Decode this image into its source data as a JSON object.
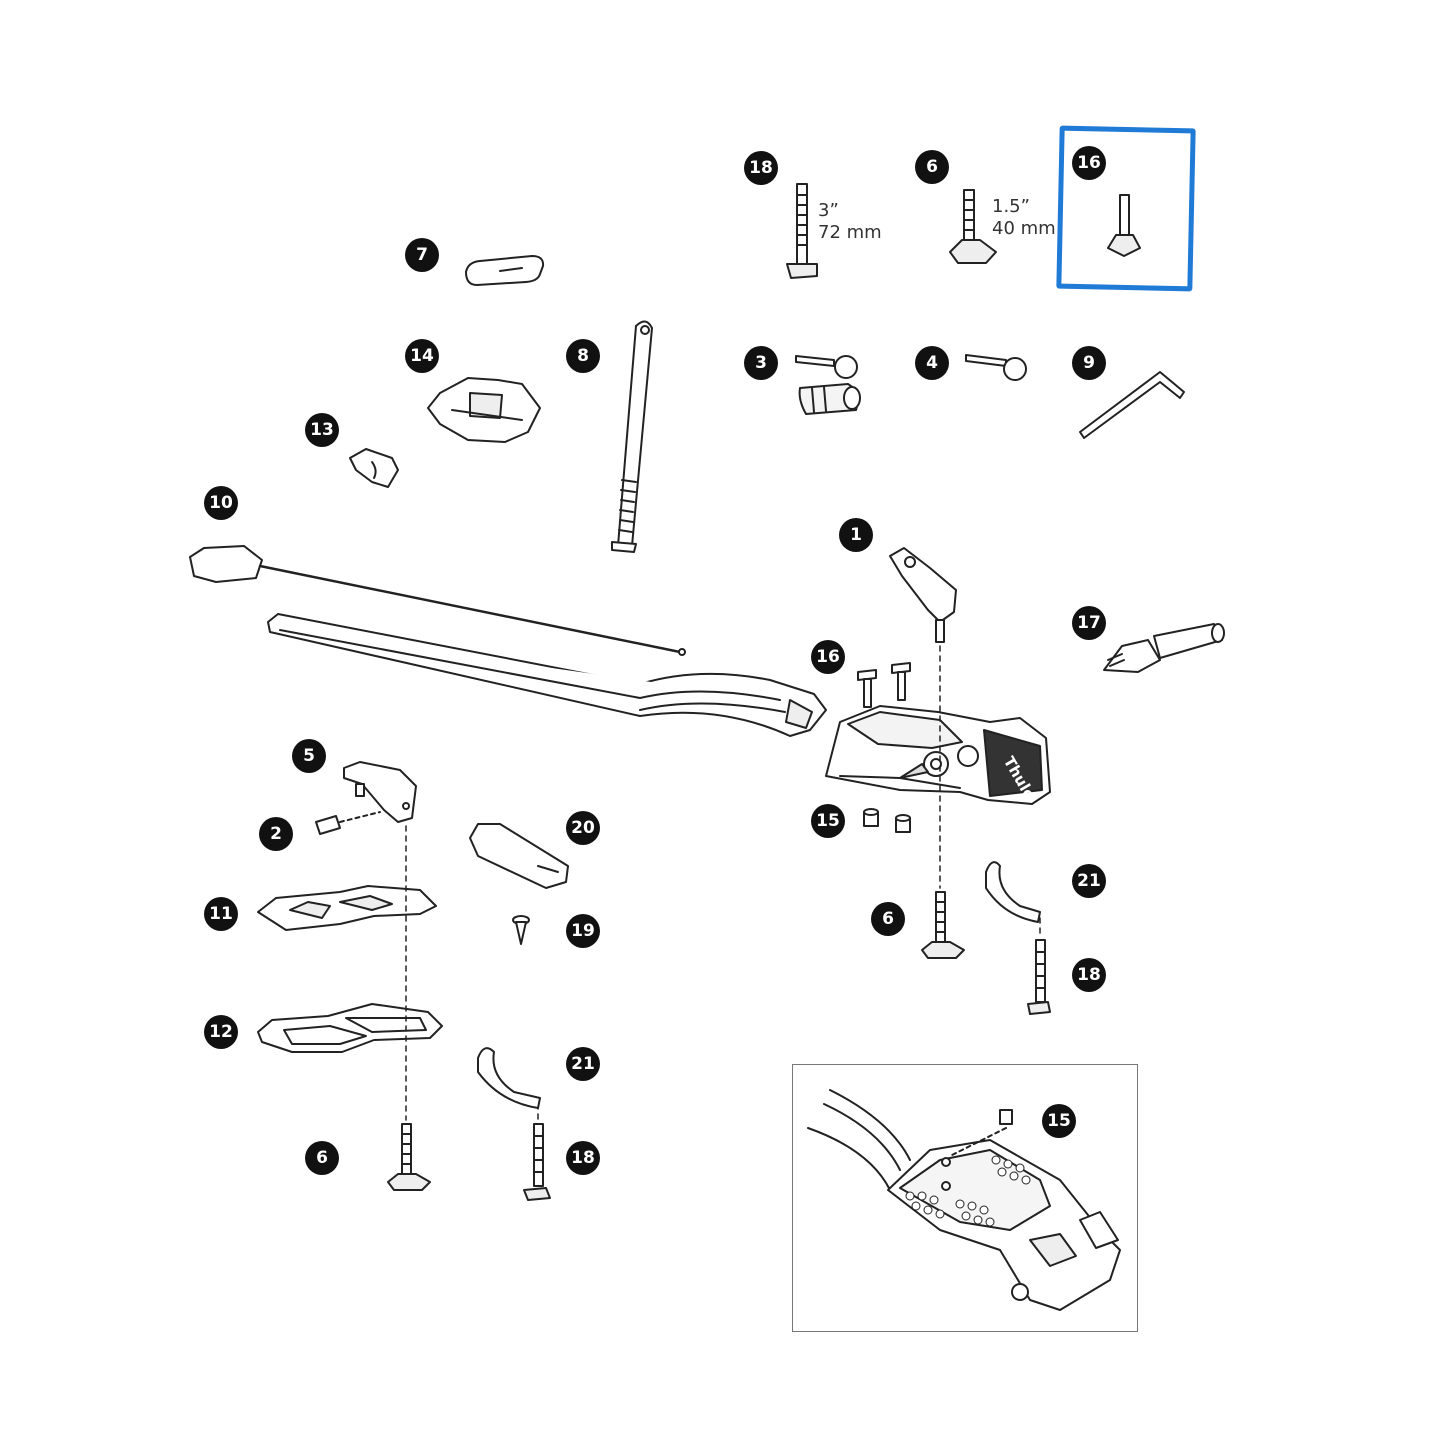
{
  "callouts": [
    {
      "id": "c18a",
      "num": "18"
    },
    {
      "id": "c6a",
      "num": "6"
    },
    {
      "id": "c16a",
      "num": "16"
    },
    {
      "id": "c7",
      "num": "7"
    },
    {
      "id": "c14",
      "num": "14"
    },
    {
      "id": "c8",
      "num": "8"
    },
    {
      "id": "c3",
      "num": "3"
    },
    {
      "id": "c4",
      "num": "4"
    },
    {
      "id": "c9",
      "num": "9"
    },
    {
      "id": "c13",
      "num": "13"
    },
    {
      "id": "c10",
      "num": "10"
    },
    {
      "id": "c1",
      "num": "1"
    },
    {
      "id": "c17",
      "num": "17"
    },
    {
      "id": "c16b",
      "num": "16"
    },
    {
      "id": "c5",
      "num": "5"
    },
    {
      "id": "c2",
      "num": "2"
    },
    {
      "id": "c20",
      "num": "20"
    },
    {
      "id": "c15a",
      "num": "15"
    },
    {
      "id": "c21a",
      "num": "21"
    },
    {
      "id": "c11",
      "num": "11"
    },
    {
      "id": "c19",
      "num": "19"
    },
    {
      "id": "c6b",
      "num": "6"
    },
    {
      "id": "c18b",
      "num": "18"
    },
    {
      "id": "c12",
      "num": "12"
    },
    {
      "id": "c21b",
      "num": "21"
    },
    {
      "id": "c15b",
      "num": "15"
    },
    {
      "id": "c6c",
      "num": "6"
    },
    {
      "id": "c18c",
      "num": "18"
    }
  ],
  "dimensions": {
    "bolt_long": {
      "inch": "3”",
      "mm": "72 mm"
    },
    "bolt_short": {
      "inch": "1.5”",
      "mm": "40 mm"
    }
  },
  "brand_mark": "Thule",
  "colors": {
    "highlight": "#1f7bd6",
    "callout": "#111111",
    "line": "#222222"
  }
}
